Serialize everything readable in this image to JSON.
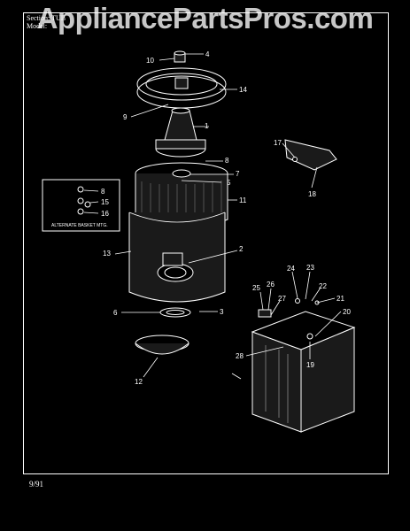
{
  "watermark": "AppliancePartsPros.com",
  "header": {
    "section_label": "Section:",
    "section_value": "TUB",
    "model_label": "Model:"
  },
  "date": "9/91",
  "inset_caption": "ALTERNATE BASKET MTG.",
  "labels": [
    "1",
    "2",
    "3",
    "4",
    "5",
    "6",
    "7",
    "8",
    "9",
    "10",
    "11",
    "12",
    "13",
    "14",
    "15",
    "16",
    "17",
    "18",
    "19",
    "20",
    "21",
    "22",
    "23",
    "24",
    "25",
    "26",
    "27",
    "28"
  ],
  "inset_labels": [
    "8",
    "15",
    "16"
  ]
}
